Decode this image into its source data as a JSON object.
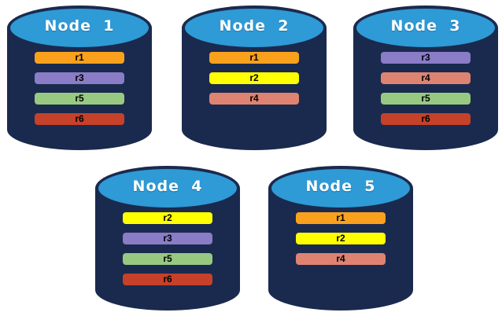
{
  "colors": {
    "cylinder_body": "#1A2A4E",
    "cylinder_top": "#2E9AD6",
    "replicas": {
      "r1": "#F9A11D",
      "r2": "#FFFF00",
      "r3": "#8A7CC6",
      "r4": "#DE8372",
      "r5": "#97C981",
      "r6": "#C64129"
    }
  },
  "nodes": [
    {
      "label": "Node  1",
      "replicas": [
        "r1",
        "r3",
        "r5",
        "r6"
      ]
    },
    {
      "label": "Node  2",
      "replicas": [
        "r1",
        "r2",
        "r4"
      ]
    },
    {
      "label": "Node  3",
      "replicas": [
        "r3",
        "r4",
        "r5",
        "r6"
      ]
    },
    {
      "label": "Node  4",
      "replicas": [
        "r2",
        "r3",
        "r5",
        "r6"
      ]
    },
    {
      "label": "Node  5",
      "replicas": [
        "r1",
        "r2",
        "r4"
      ]
    }
  ]
}
